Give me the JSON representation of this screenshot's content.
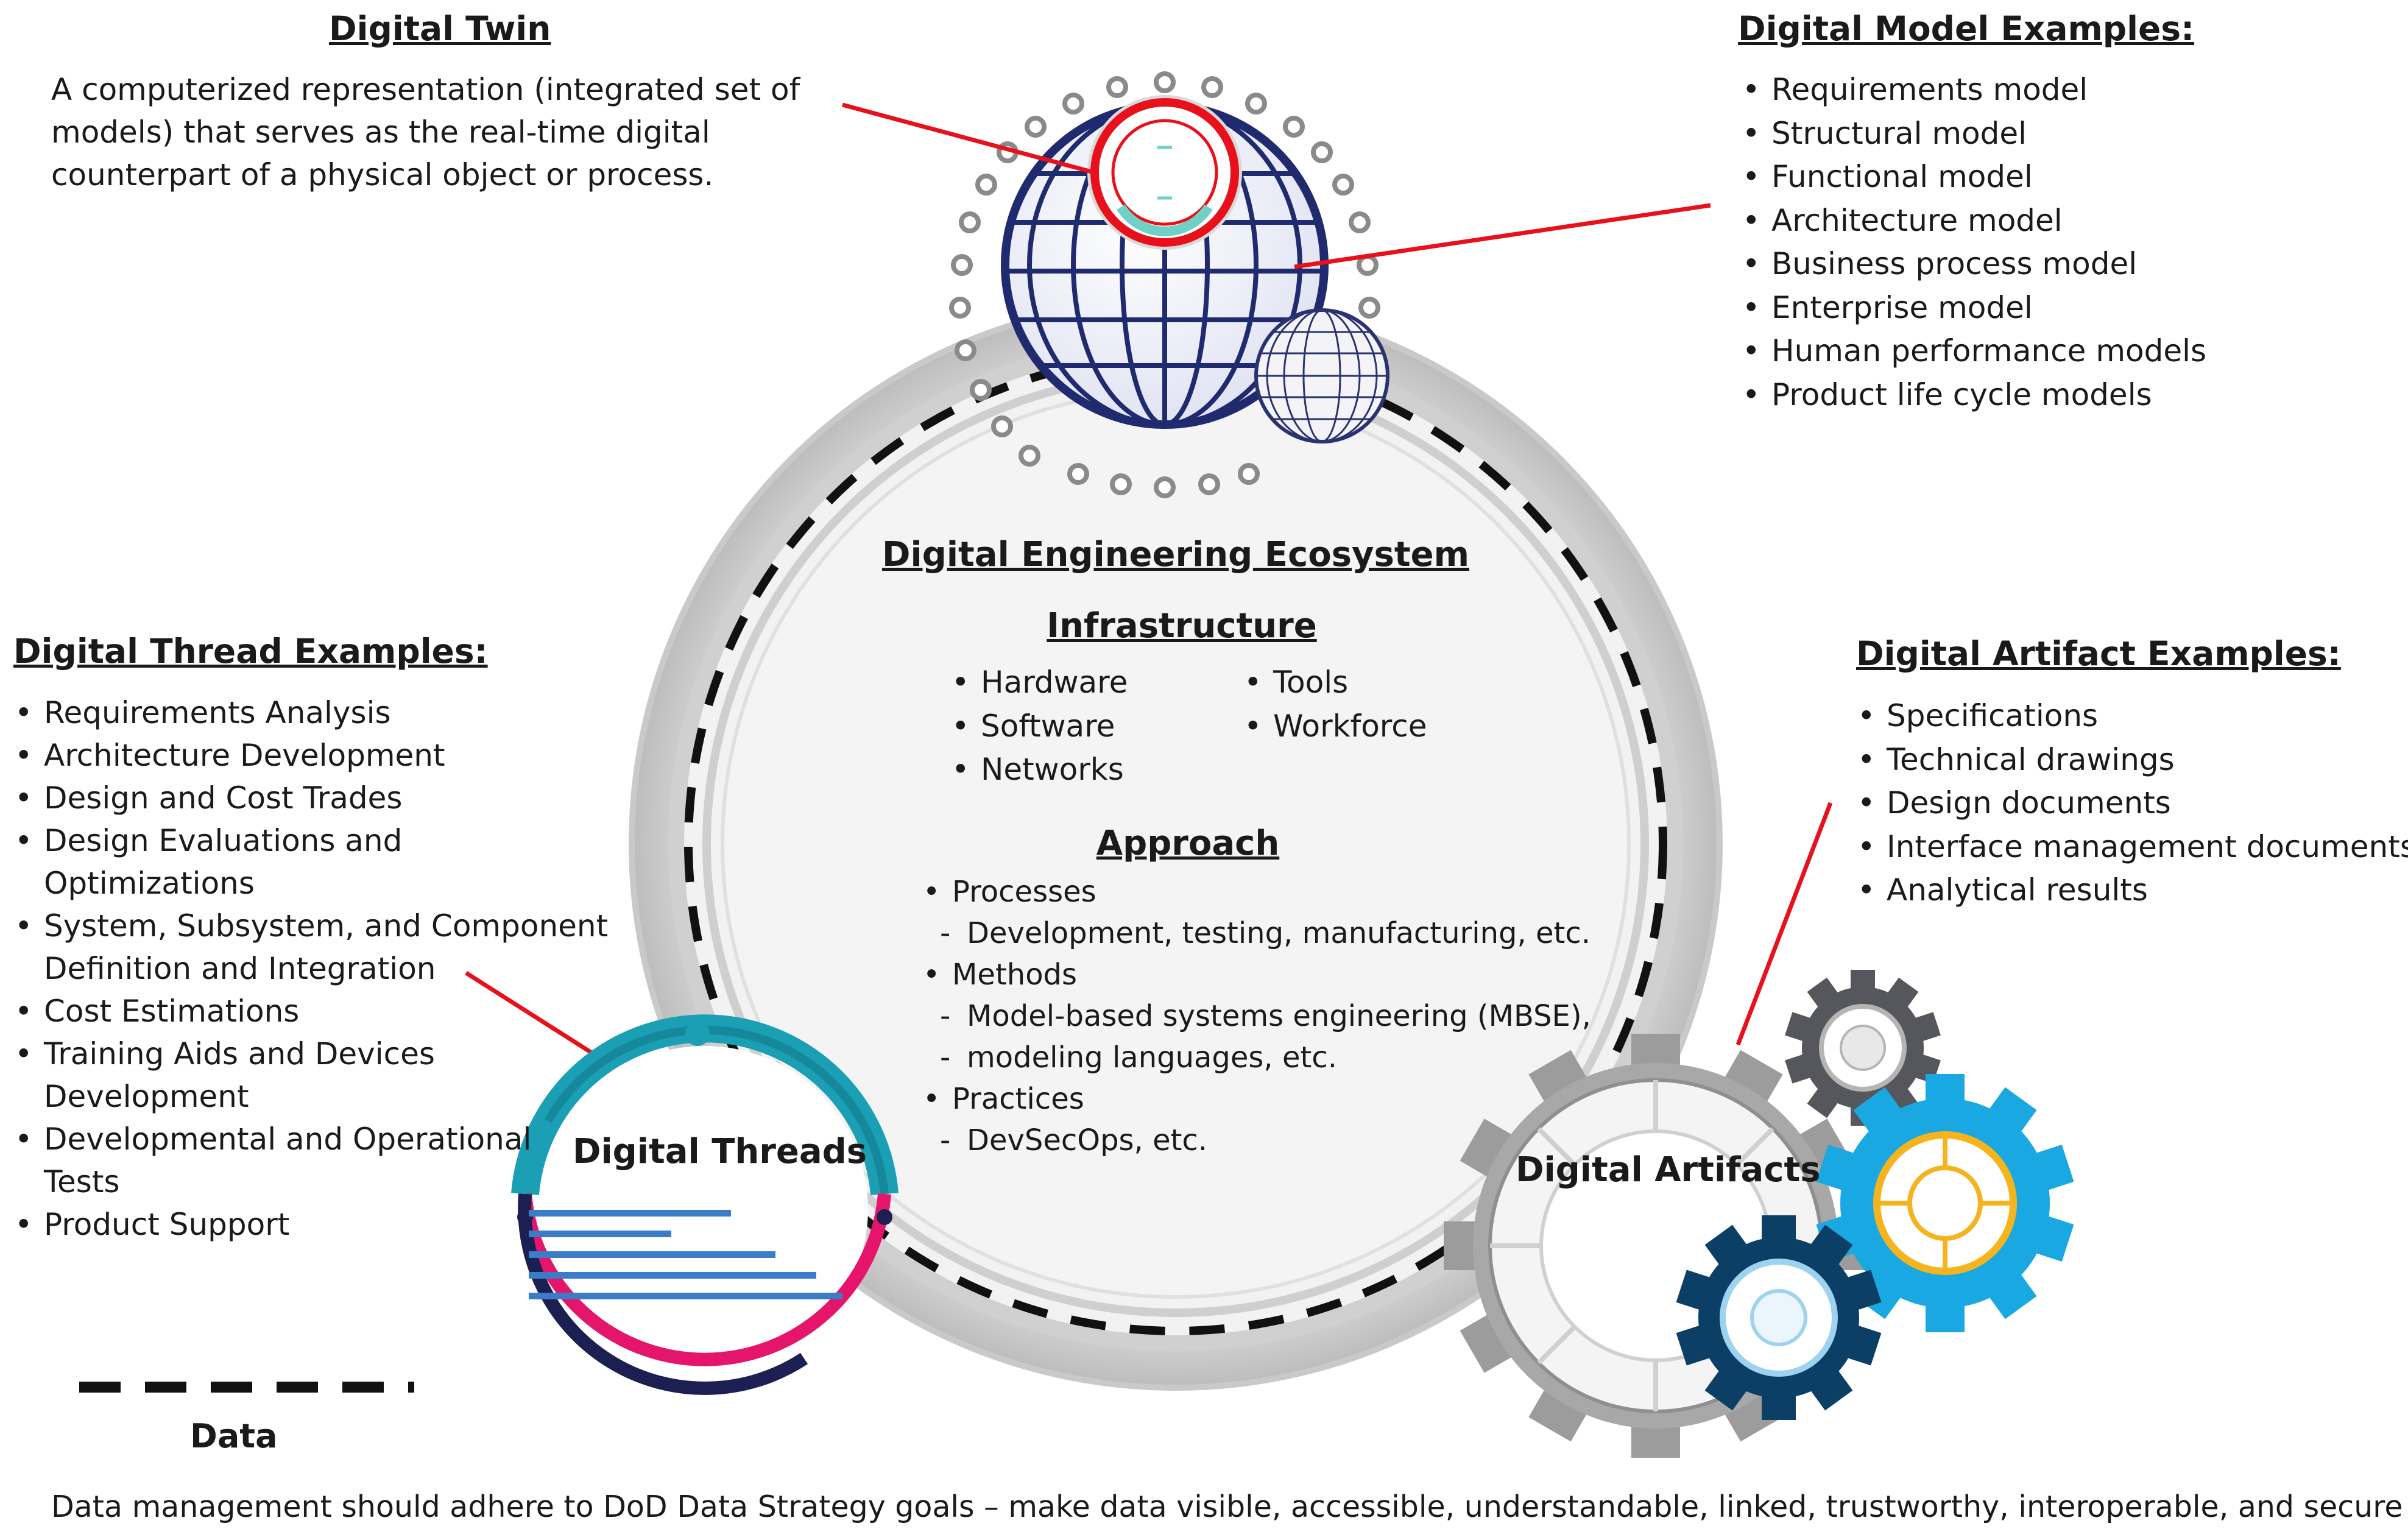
{
  "digital_twin": {
    "title": "Digital Twin",
    "description_lines": [
      "A computerized representation (integrated set of",
      "models) that serves as the real-time digital",
      "counterpart of a physical object or process."
    ]
  },
  "digital_model_examples": {
    "title": "Digital Model Examples",
    "colon": ":",
    "items": [
      "Requirements model",
      "Structural model",
      "Functional model",
      "Architecture model",
      "Business process model",
      "Enterprise model",
      "Human performance models",
      "Product life cycle models"
    ]
  },
  "ecosystem": {
    "title": "Digital Engineering Ecosystem",
    "infrastructure": {
      "title": "Infrastructure",
      "left_items": [
        "Hardware",
        "Software",
        "Networks"
      ],
      "right_items": [
        "Tools",
        "Workforce"
      ]
    },
    "approach": {
      "title": "Approach",
      "items": [
        {
          "label": "Processes",
          "detail_lines": [
            "Development,  testing, manufacturing, etc."
          ]
        },
        {
          "label": "Methods",
          "detail_lines": [
            "Model-based systems engineering (MBSE),",
            "modeling languages, etc."
          ]
        },
        {
          "label": "Practices",
          "detail_lines": [
            "DevSecOps, etc."
          ]
        }
      ]
    }
  },
  "digital_thread_examples": {
    "title": "Digital Thread Examples",
    "colon": ":",
    "items": [
      [
        "Requirements Analysis"
      ],
      [
        "Architecture Development"
      ],
      [
        "Design and Cost Trades"
      ],
      [
        "Design Evaluations  and",
        "Optimizations"
      ],
      [
        "System, Subsystem,  and Component",
        "Definition and Integration"
      ],
      [
        "Cost Estimations"
      ],
      [
        "Training Aids and Devices",
        "Development"
      ],
      [
        "Developmental and Operational",
        "Tests"
      ],
      [
        "Product Support"
      ]
    ]
  },
  "digital_artifact_examples": {
    "title": "Digital Artifact Examples",
    "colon": ":",
    "items": [
      "Specifications",
      "Technical drawings",
      "Design documents",
      "Interface management documents",
      "Analytical results"
    ]
  },
  "labels": {
    "digital_threads": "Digital Threads",
    "digital_artifacts": "Digital Artifacts",
    "legend_data": "Data"
  },
  "footer": "Data management should  adhere to DoD Data Strategy goals – make data visible,  accessible, understandable, linked,  trustworthy, interoperable, and secure",
  "colors": {
    "callout_line": "#e8101a",
    "globe_navy": "#202a6e",
    "thread_teal": "#1a9fb5",
    "thread_pink": "#e5156b",
    "thread_navy": "#1b1f52",
    "thread_bars": "#3a7cc8",
    "gear_grey": "#9c9c9c",
    "gear_dark": "#55575c",
    "gear_blue": "#1aa8e2",
    "gear_orange": "#f5b41e",
    "gear_navy": "#0b3f66",
    "ring_grey": "#d9d9d9",
    "dash_black": "#111111"
  },
  "icons": [
    "globe-icon",
    "small-globe-icon",
    "gear-icon",
    "dashed-data-line"
  ]
}
